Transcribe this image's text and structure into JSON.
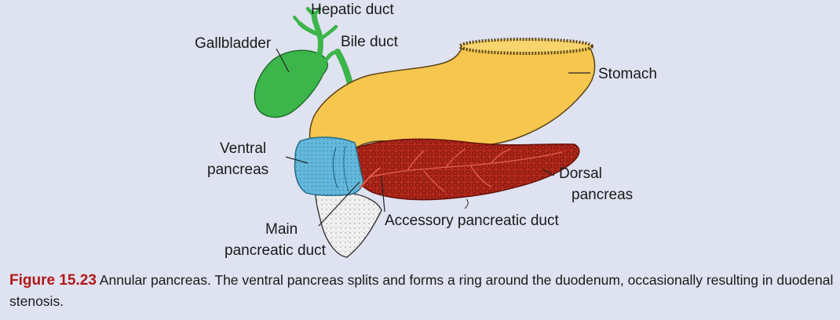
{
  "labels": {
    "hepatic_duct": "Hepatic duct",
    "gallbladder": "Gallbladder",
    "bile_duct": "Bile duct",
    "stomach": "Stomach",
    "ventral_pancreas_1": "Ventral",
    "ventral_pancreas_2": "pancreas",
    "dorsal_pancreas_1": "Dorsal",
    "dorsal_pancreas_2": "pancreas",
    "accessory_duct": "Accessory pancreatic duct",
    "main_duct_1": "Main",
    "main_duct_2": "pancreatic duct"
  },
  "caption": {
    "figure_number": "Figure 15.23",
    "text": "Annular pancreas. The ventral pancreas splits and forms a ring around the duodenum, occasionally resulting in duodenal stenosis."
  },
  "colors": {
    "background": "#dfe2f0",
    "stomach": "#f6c64f",
    "gallbladder": "#3cb54a",
    "ventral_pancreas": "#63b8dc",
    "dorsal_pancreas": "#b3281b",
    "duodenum": "#f1f1f1",
    "figure_number": "#b01818"
  }
}
